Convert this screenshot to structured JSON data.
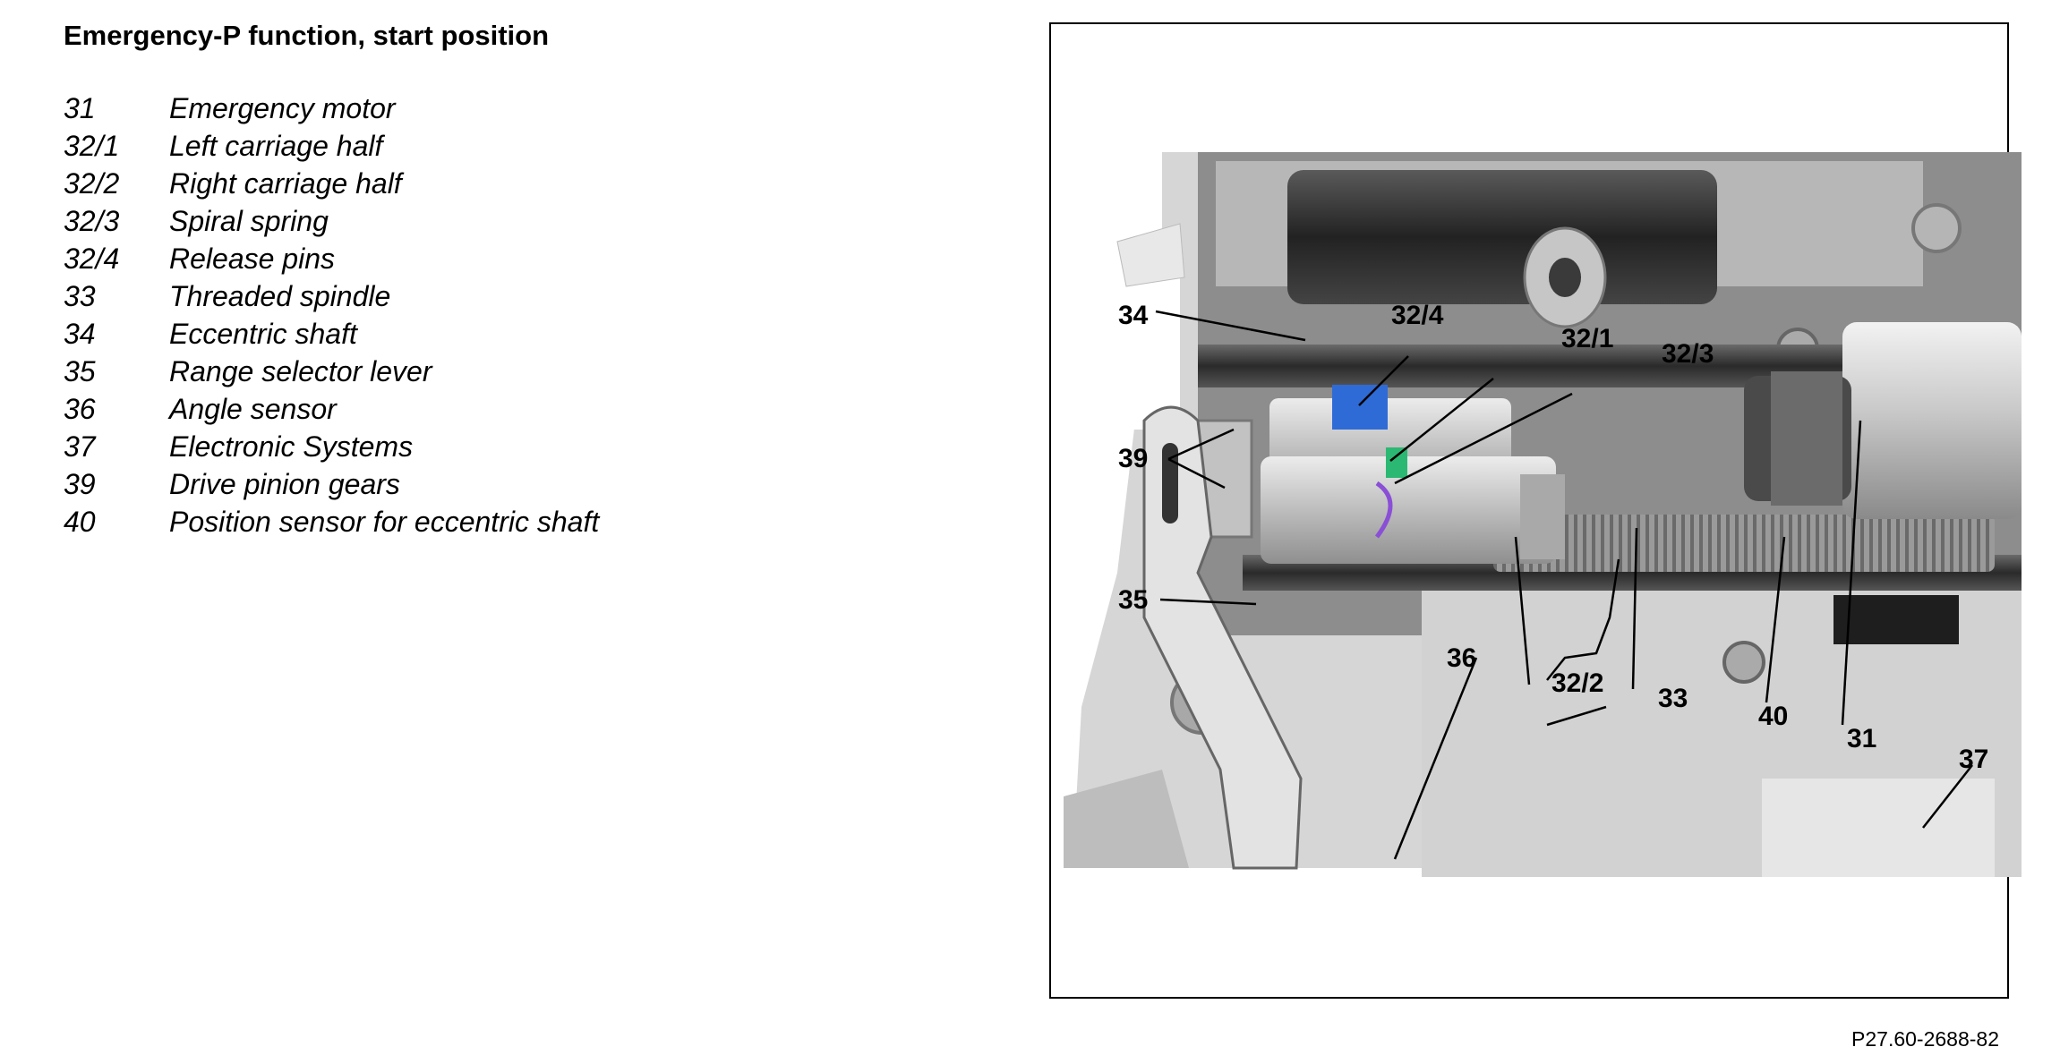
{
  "title": "Emergency-P function, start position",
  "legend": [
    {
      "num": "31",
      "text": "Emergency motor"
    },
    {
      "num": "32/1",
      "text": "Left carriage half"
    },
    {
      "num": "32/2",
      "text": "Right carriage half"
    },
    {
      "num": "32/3",
      "text": "Spiral spring"
    },
    {
      "num": "32/4",
      "text": "Release pins"
    },
    {
      "num": "33",
      "text": "Threaded spindle"
    },
    {
      "num": "34",
      "text": "Eccentric shaft"
    },
    {
      "num": "35",
      "text": "Range selector lever"
    },
    {
      "num": "36",
      "text": "Angle sensor"
    },
    {
      "num": "37",
      "text": "Electronic Systems"
    },
    {
      "num": "39",
      "text": "Drive pinion gears"
    },
    {
      "num": "40",
      "text": "Position sensor for eccentric shaft"
    }
  ],
  "callouts": {
    "c34": "34",
    "c32_4": "32/4",
    "c32_1": "32/1",
    "c32_3": "32/3",
    "c39": "39",
    "c35": "35",
    "c36": "36",
    "c32_2": "32/2",
    "c33": "33",
    "c40": "40",
    "c31": "31",
    "c37": "37"
  },
  "figure_ref": "P27.60-2688-82"
}
